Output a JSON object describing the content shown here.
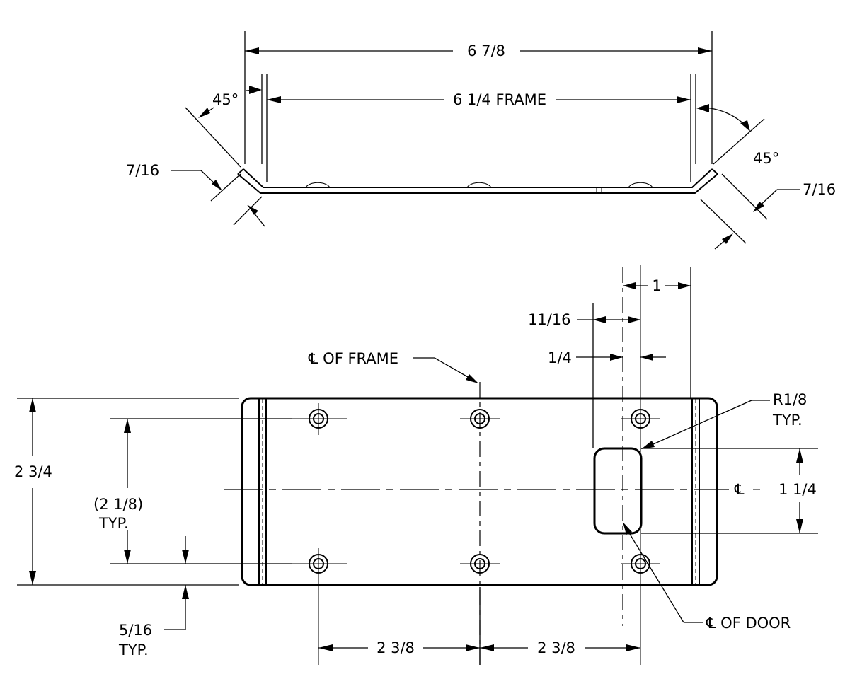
{
  "labels": {
    "top_overall": "6 7/8",
    "top_frame": "6 1/4 FRAME",
    "angle_left": "45°",
    "angle_right": "45°",
    "flange_left": "7/16",
    "flange_right": "7/16",
    "dim_1": "1",
    "dim_11_16": "11/16",
    "dim_1_4": "1/4",
    "frame_cl": "℄ OF FRAME",
    "radius": "R1/8",
    "radius_typ": "TYP.",
    "height_overall": "2 3/4",
    "hole_spacing": "(2 1/8)",
    "hole_spacing_typ": "TYP.",
    "slot_cl": "℄",
    "slot_height": "1 1/4",
    "edge_offset": "5/16",
    "edge_offset_typ": "TYP.",
    "door_cl": "℄ OF DOOR",
    "pitch_left": "2 3/8",
    "pitch_right": "2 3/8"
  }
}
